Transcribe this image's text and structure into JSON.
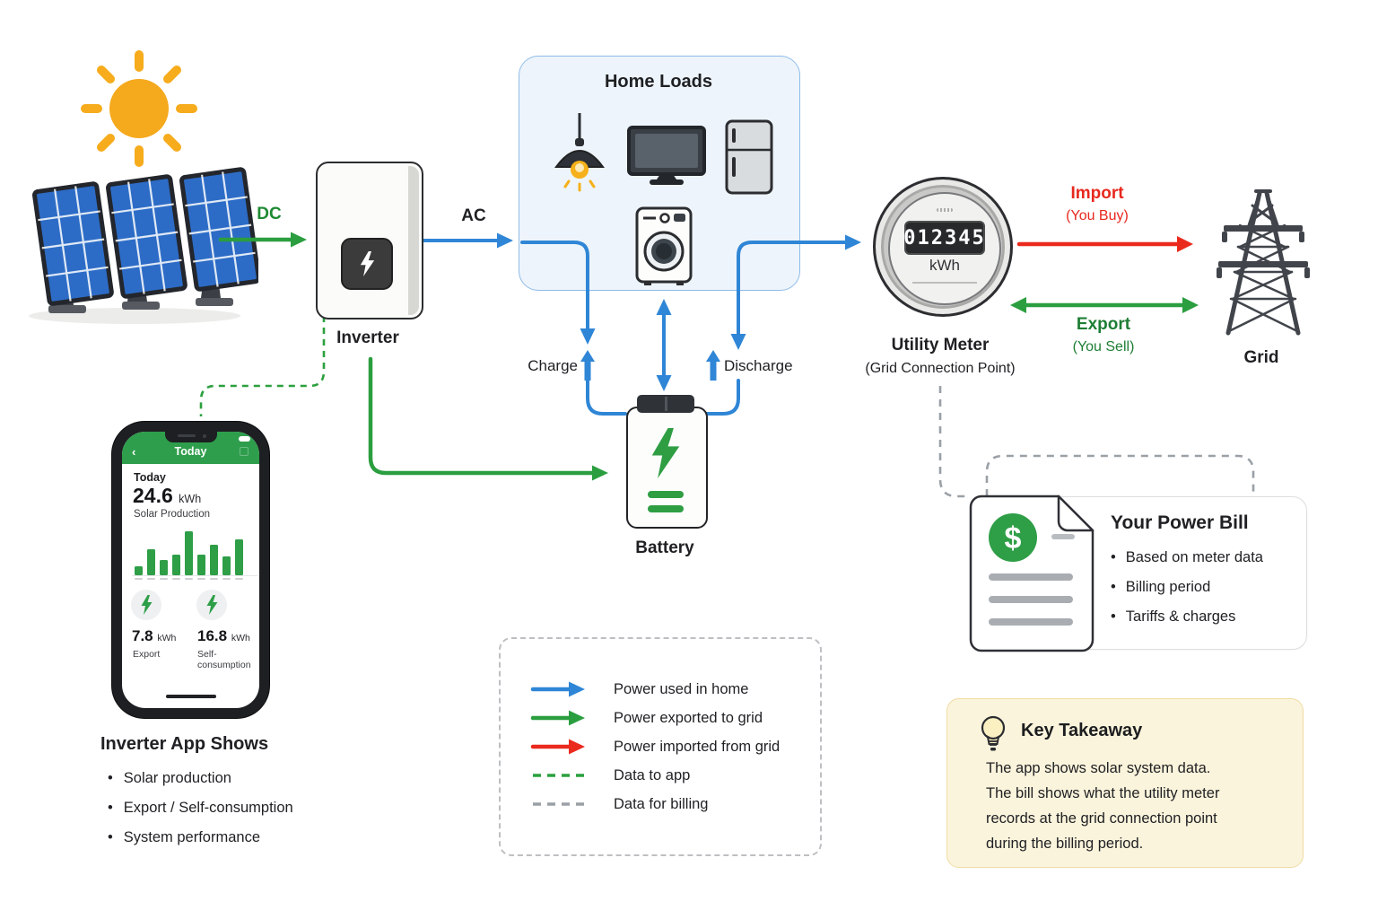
{
  "colors": {
    "flow_blue": "#2F86D6",
    "flow_green": "#2B9E3F",
    "flow_red": "#EA2A1D",
    "data_green_dash": "#2BA03E",
    "data_gray_dash": "#9AA0A6",
    "note_bg": "#FBF4DC",
    "app_green": "#2E9E4C",
    "sun_orange": "#F5A91D"
  },
  "nodes": {
    "dc_label": "DC",
    "ac_label": "AC",
    "inverter": {
      "label": "Inverter"
    },
    "home_loads": {
      "title": "Home Loads",
      "icons": [
        "pendant-lamp",
        "tv",
        "fridge",
        "washing-machine"
      ]
    },
    "battery": {
      "label": "Battery",
      "charge_label": "Charge",
      "discharge_label": "Discharge"
    },
    "meter": {
      "reading": "012345",
      "unit": "kWh",
      "label": "Utility Meter",
      "sublabel": "(Grid Connection Point)"
    },
    "grid": {
      "label": "Grid",
      "import_label": "Import",
      "import_sub": "(You Buy)",
      "export_label": "Export",
      "export_sub": "(You Sell)"
    }
  },
  "phone": {
    "header": {
      "back": "‹",
      "title": "Today"
    },
    "today_label": "Today",
    "production_value": "24.6",
    "production_unit": "kWh",
    "production_caption": "Solar Production",
    "chart": {
      "type": "bar",
      "values": [
        2,
        5.5,
        3.2,
        4.4,
        9.5,
        4.4,
        6.5,
        4,
        7.7
      ],
      "max": 10,
      "bar_color": "#2E9E47"
    },
    "stats": [
      {
        "value": "7.8",
        "unit": "kWh",
        "label": "Export"
      },
      {
        "value": "16.8",
        "unit": "kWh",
        "label": "Self-consumption"
      }
    ]
  },
  "app_shows": {
    "title": "Inverter App Shows",
    "bullets": [
      "Solar production",
      "Export / Self-consumption",
      "System performance"
    ]
  },
  "bill": {
    "title": "Your Power Bill",
    "bullets": [
      "Based on meter data",
      "Billing period",
      "Tariffs & charges"
    ]
  },
  "legend": {
    "items": [
      {
        "style": "arrow",
        "color": "#2F86D6",
        "label": "Power used in home"
      },
      {
        "style": "arrow",
        "color": "#2B9E3F",
        "label": "Power exported to grid"
      },
      {
        "style": "arrow",
        "color": "#EA2A1D",
        "label": "Power imported from grid"
      },
      {
        "style": "dash",
        "color": "#2BA03E",
        "label": "Data to app"
      },
      {
        "style": "dash",
        "color": "#9AA0A6",
        "label": "Data for billing"
      }
    ]
  },
  "takeaway": {
    "title": "Key Takeaway",
    "lines": [
      "The app shows solar system data.",
      "The bill shows what the utility meter",
      "records at the grid connection point",
      "during the billing period."
    ]
  }
}
